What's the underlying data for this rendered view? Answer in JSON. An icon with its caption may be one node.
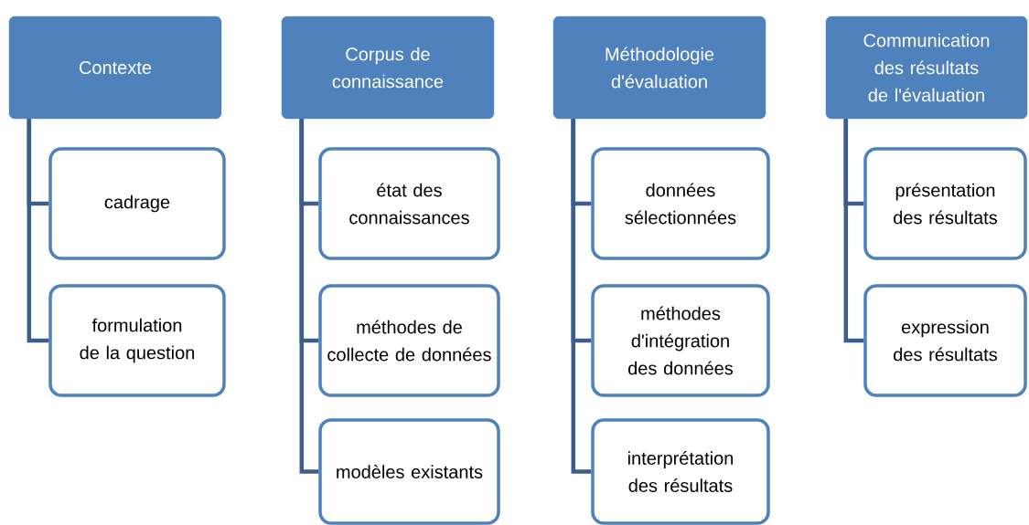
{
  "diagram": {
    "nodes": [
      {
        "text": [
          "Contexte"
        ]
      },
      {
        "text": [
          "cadrage"
        ]
      },
      {
        "text": [
          "formulation de la question"
        ]
      },
      {
        "text": [
          "Corpus de connaissance"
        ]
      },
      {
        "text": [
          "état des connaissances"
        ]
      },
      {
        "text": [
          "méthodes de collecte de données"
        ]
      },
      {
        "text": [
          "modèles existants"
        ]
      },
      {
        "text": [
          "Méthodologie d'évaluation"
        ]
      },
      {
        "text": [
          "données sélectionnées"
        ]
      },
      {
        "text": [
          "méthodes d'intégration des données"
        ]
      },
      {
        "text": [
          "interprétation des résultats"
        ]
      },
      {
        "text": [
          "Communication des résultats de l'évaluation"
        ]
      },
      {
        "text": [
          "présentation des résultats"
        ]
      },
      {
        "text": [
          "expression des résultats"
        ]
      }
    ],
    "edges": [
      {
        "from": 0,
        "to": 1,
        "arrow": "none"
      },
      {
        "from": 0,
        "to": 2,
        "arrow": "none"
      },
      {
        "from": 3,
        "to": 4,
        "arrow": "none"
      },
      {
        "from": 3,
        "to": 5,
        "arrow": "none"
      },
      {
        "from": 3,
        "to": 6,
        "arrow": "none"
      },
      {
        "from": 7,
        "to": 8,
        "arrow": "none"
      },
      {
        "from": 7,
        "to": 9,
        "arrow": "none"
      },
      {
        "from": 7,
        "to": 10,
        "arrow": "none"
      },
      {
        "from": 11,
        "to": 12,
        "arrow": "none"
      },
      {
        "from": 11,
        "to": 13,
        "arrow": "none"
      }
    ]
  }
}
